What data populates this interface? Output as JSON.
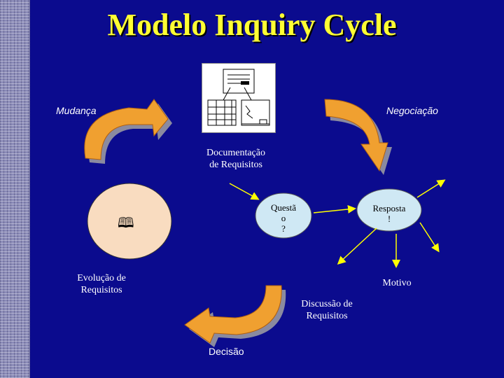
{
  "title": "Modelo Inquiry Cycle",
  "labels": {
    "mudanca": "Mudança",
    "negociacao": "Negociação",
    "documentacao_1": "Documentação",
    "documentacao_2": "de Requisitos",
    "questao_1": "Questã",
    "questao_2": "o",
    "questao_3": "?",
    "resposta_1": "Resposta",
    "resposta_2": "!",
    "evolucao_1": "Evolução de",
    "evolucao_2": "Requisitos",
    "motivo": "Motivo",
    "discussao_1": "Discussão de",
    "discussao_2": "Requisitos",
    "decisao": "Decisão"
  },
  "icons": {
    "document_picture": "requirements-document-icon",
    "book": "open-book-icon"
  },
  "colors": {
    "background": "#0b0b8e",
    "title": "#ffff33",
    "arrow_orange": "#f0a030",
    "arrow_shadow": "#8a8aa0",
    "connector": "#ffff00",
    "bubble_fill": "#cfe8f4",
    "peach_fill": "#f9dcc0"
  }
}
